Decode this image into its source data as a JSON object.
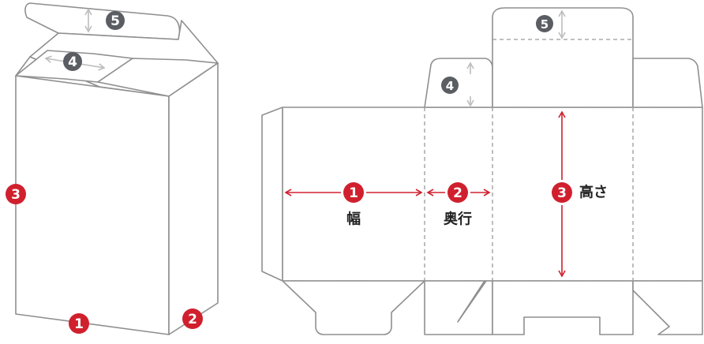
{
  "labels": {
    "width": "幅",
    "depth": "奥行",
    "height": "高さ"
  },
  "badges": {
    "one": "1",
    "two": "2",
    "three": "3",
    "four": "4",
    "five": "5"
  },
  "colors": {
    "accent_red": "#d0202e",
    "badge_gray": "#5a5e63",
    "outline": "#8f8f8f",
    "dimension_gray": "#bdbdbd"
  }
}
